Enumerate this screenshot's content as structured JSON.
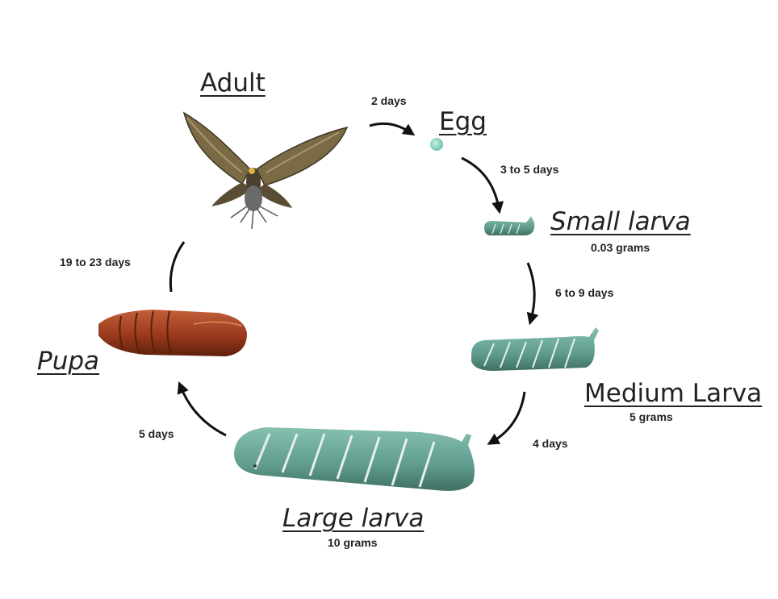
{
  "stages": {
    "adult": {
      "label": "Adult"
    },
    "egg": {
      "label": "Egg"
    },
    "small_larva": {
      "label": "Small larva",
      "weight": "0.03 grams"
    },
    "medium_larva": {
      "label": "Medium Larva",
      "weight": "5 grams"
    },
    "large_larva": {
      "label": "Large larva",
      "weight": "10 grams"
    },
    "pupa": {
      "label": "Pupa"
    }
  },
  "durations": {
    "adult_to_egg": "2 days",
    "egg_to_small": "3 to 5 days",
    "small_to_medium": "6 to 9 days",
    "medium_to_large": "4 days",
    "large_to_pupa": "5 days",
    "pupa_to_adult": "19 to 23 days"
  },
  "colors": {
    "text": "#222222",
    "arrow": "#111111",
    "larva": "#6fa89a",
    "larva_stripe": "#e6efe9",
    "pupa": "#9a3a1c",
    "moth": "#7a6a45"
  },
  "icons": [
    "moth-icon",
    "egg-icon",
    "caterpillar-icon",
    "pupa-icon",
    "arrow-icon"
  ]
}
